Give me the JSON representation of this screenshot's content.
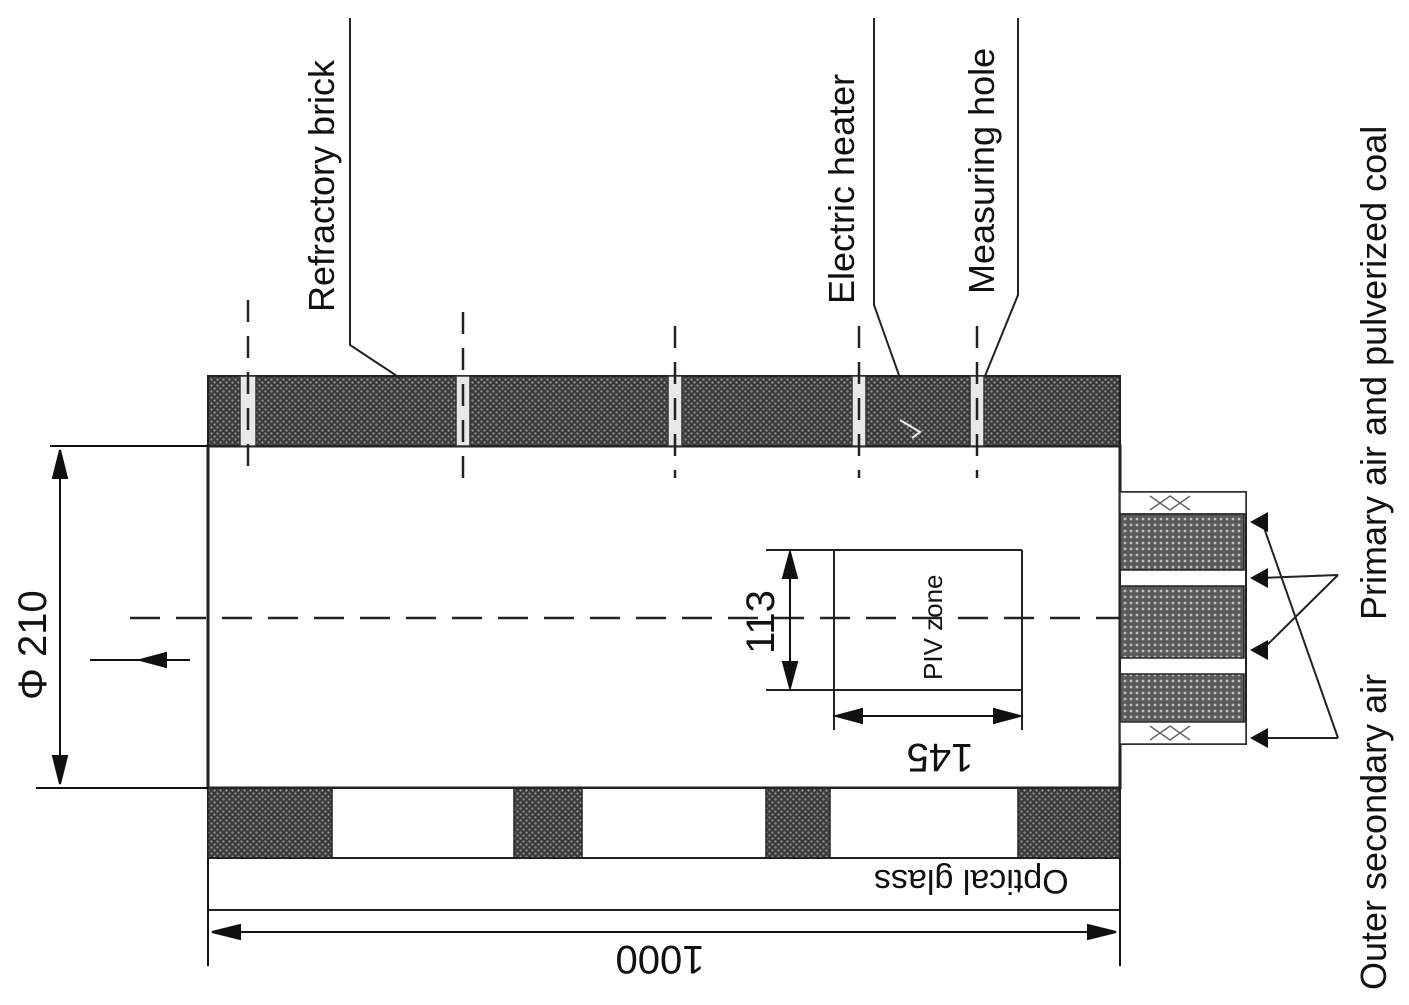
{
  "labels": {
    "refractory_brick": "Refractory brick",
    "electric_heater": "Electric heater",
    "measuring_hole": "Measuring hole",
    "primary_air": "Primary air and pulverized coal",
    "outer_secondary_air": "Outer secondary air",
    "optical_glass": "Optical glass",
    "piv_zone": "PIV zone"
  },
  "dimensions": {
    "diameter": "Φ 210",
    "length": "1000",
    "piv_height": "113",
    "piv_width": "145"
  },
  "colors": {
    "line": "#222222",
    "brick_dark": "#3a3a3a",
    "brick_light": "#8c8c8c"
  }
}
